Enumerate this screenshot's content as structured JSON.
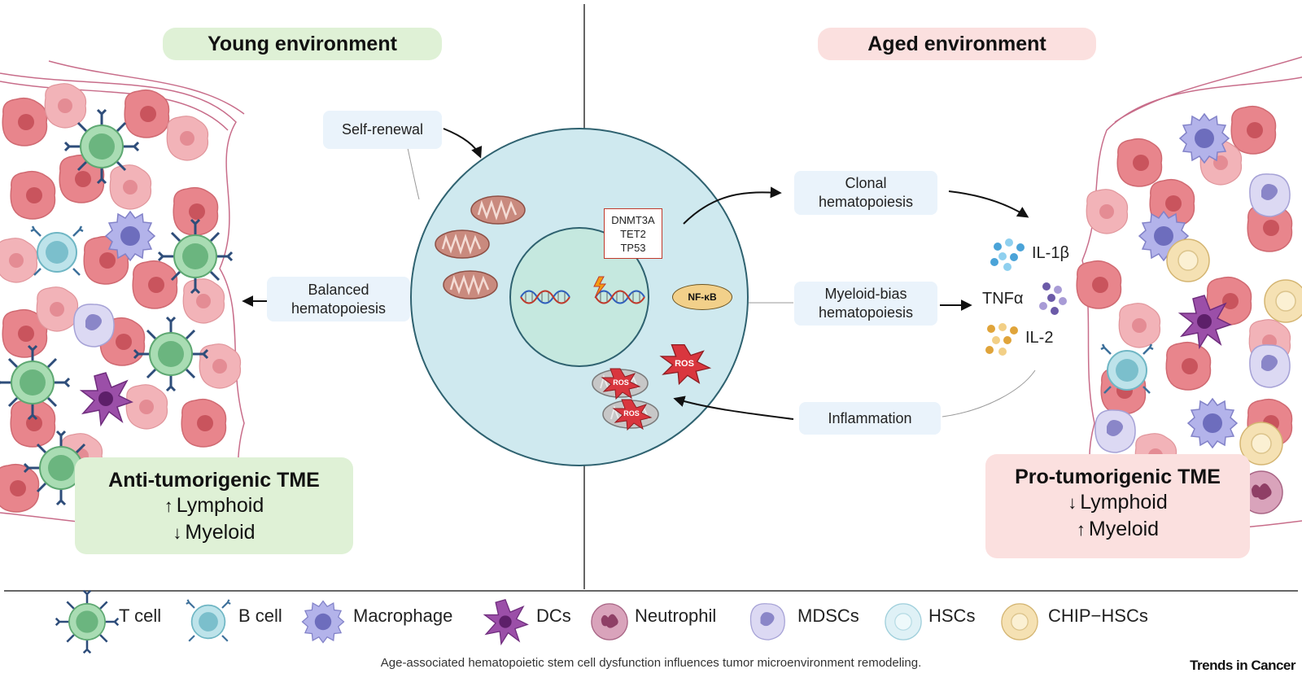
{
  "environments": {
    "young": {
      "title": "Young environment",
      "color": "#dff1d6"
    },
    "aged": {
      "title": "Aged environment",
      "color": "#fbe0df"
    }
  },
  "processes": {
    "self_renewal": "Self-renewal",
    "balanced": [
      "Balanced",
      "hematopoiesis"
    ],
    "clonal": [
      "Clonal",
      "hematopoiesis"
    ],
    "myeloid_bias": [
      "Myeloid-bias",
      "hematopoiesis"
    ],
    "inflammation": "Inflammation"
  },
  "genes": [
    "DNMT3A",
    "TET2",
    "TP53"
  ],
  "nfkb": "NF-κB",
  "ros": "ROS",
  "cytokines": [
    "IL-1β",
    "TNFα",
    "IL-2"
  ],
  "tme": {
    "anti": {
      "title": "Anti-tumorigenic TME",
      "row1_arrow": "↑",
      "row1": "Lymphoid",
      "row2_arrow": "↓",
      "row2": "Myeloid",
      "color": "#dff1d6"
    },
    "pro": {
      "title": "Pro-tumorigenic TME",
      "row1_arrow": "↓",
      "row1": "Lymphoid",
      "row2_arrow": "↑",
      "row2": "Myeloid",
      "color": "#fbe0df"
    }
  },
  "legend": [
    "T cell",
    "B cell",
    "Macrophage",
    "DCs",
    "Neutrophil",
    "MDSCs",
    "HSCs",
    "CHIP−HSCs"
  ],
  "caption": "Age-associated hematopoietic stem cell dysfunction influences tumor microenvironment remodeling.",
  "brand": "Trends in Cancer",
  "colors": {
    "t_cell": "#7cc28c",
    "b_cell": "#8ccfd8",
    "macrophage": "#9e9ee0",
    "dc": "#8e3d9a",
    "neutrophil": "#b86a8a",
    "mdsc": "#c9c6ec",
    "hsc": "#d7eef4",
    "chip": "#f2dba8",
    "tumor": "#e8858c",
    "cell_body": "#cfe9ef"
  }
}
